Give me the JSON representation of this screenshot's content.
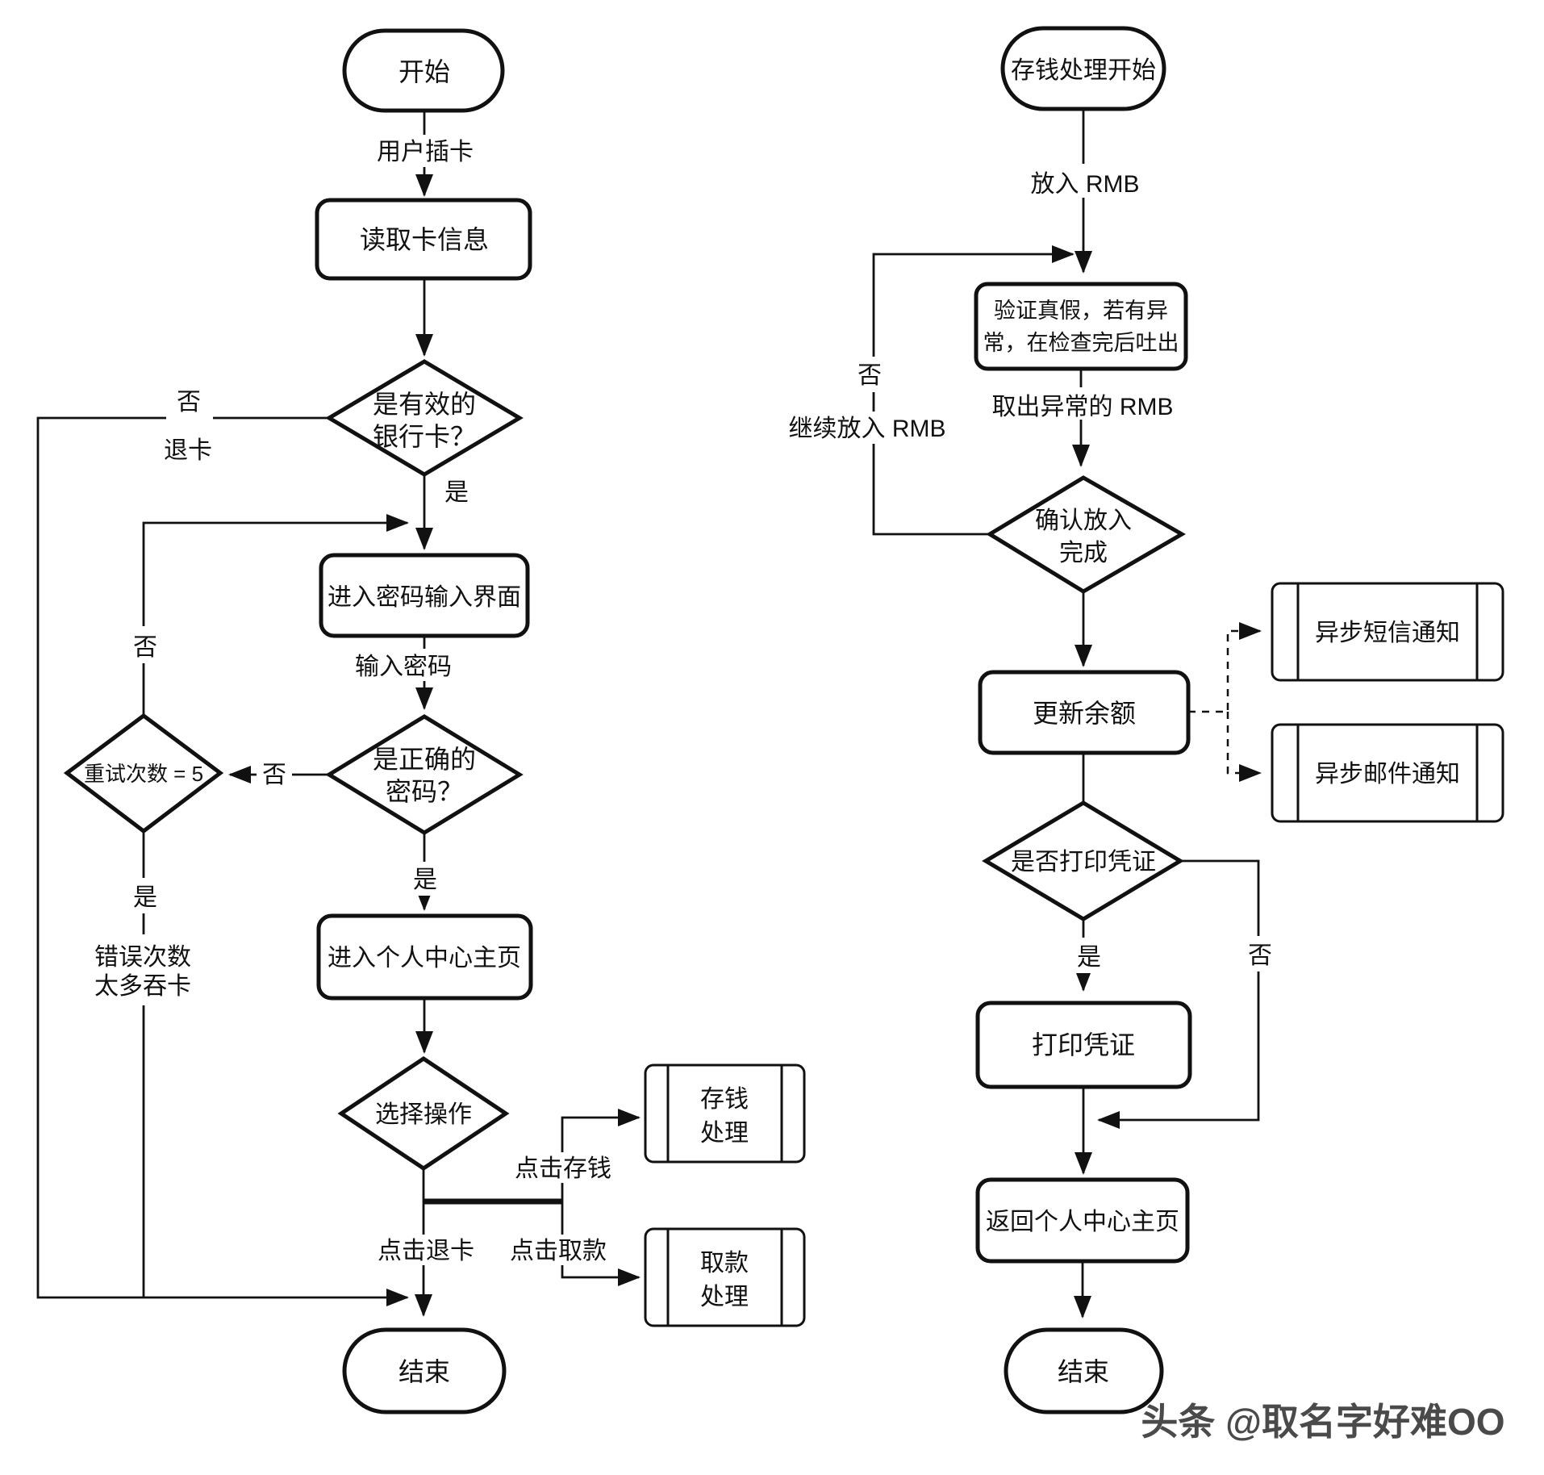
{
  "left_chart": {
    "start": "开始",
    "edge_insert_card": "用户插卡",
    "read_card": "读取卡信息",
    "valid_card_q_line1": "是有效的",
    "valid_card_q_line2": "银行卡？",
    "no": "否",
    "yes": "是",
    "eject_card": "退卡",
    "enter_pin_screen": "进入密码输入界面",
    "edge_enter_pin": "输入密码",
    "correct_pin_q_line1": "是正确的",
    "correct_pin_q_line2": "密码？",
    "retry_count_q": "重试次数 = 5",
    "swallow_line1": "错误次数",
    "swallow_line2": "太多吞卡",
    "personal_home": "进入个人中心主页",
    "choose_op": "选择操作",
    "edge_click_deposit": "点击存钱",
    "edge_click_withdraw": "点击取款",
    "edge_click_eject": "点击退卡",
    "deposit_sub_line1": "存钱",
    "deposit_sub_line2": "处理",
    "withdraw_sub_line1": "取款",
    "withdraw_sub_line2": "处理",
    "end": "结束"
  },
  "right_chart": {
    "start": "存钱处理开始",
    "edge_insert_rmb": "放入 RMB",
    "verify_line1": "验证真假，若有异",
    "verify_line2": "常，在检查完后吐出",
    "no": "否",
    "yes": "是",
    "edge_continue_rmb": "继续放入 RMB",
    "edge_remove_abnormal": "取出异常的 RMB",
    "confirm_q_line1": "确认放入",
    "confirm_q_line2": "完成",
    "update_balance": "更新余额",
    "async_sms": "异步短信通知",
    "async_mail": "异步邮件通知",
    "print_q": "是否打印凭证",
    "print_receipt": "打印凭证",
    "back_home": "返回个人中心主页",
    "end": "结束"
  },
  "watermark": "头条 @取名字好难OO",
  "colors": {
    "stroke": "#111111",
    "background": "#ffffff",
    "watermark": "#4a4a4a"
  }
}
